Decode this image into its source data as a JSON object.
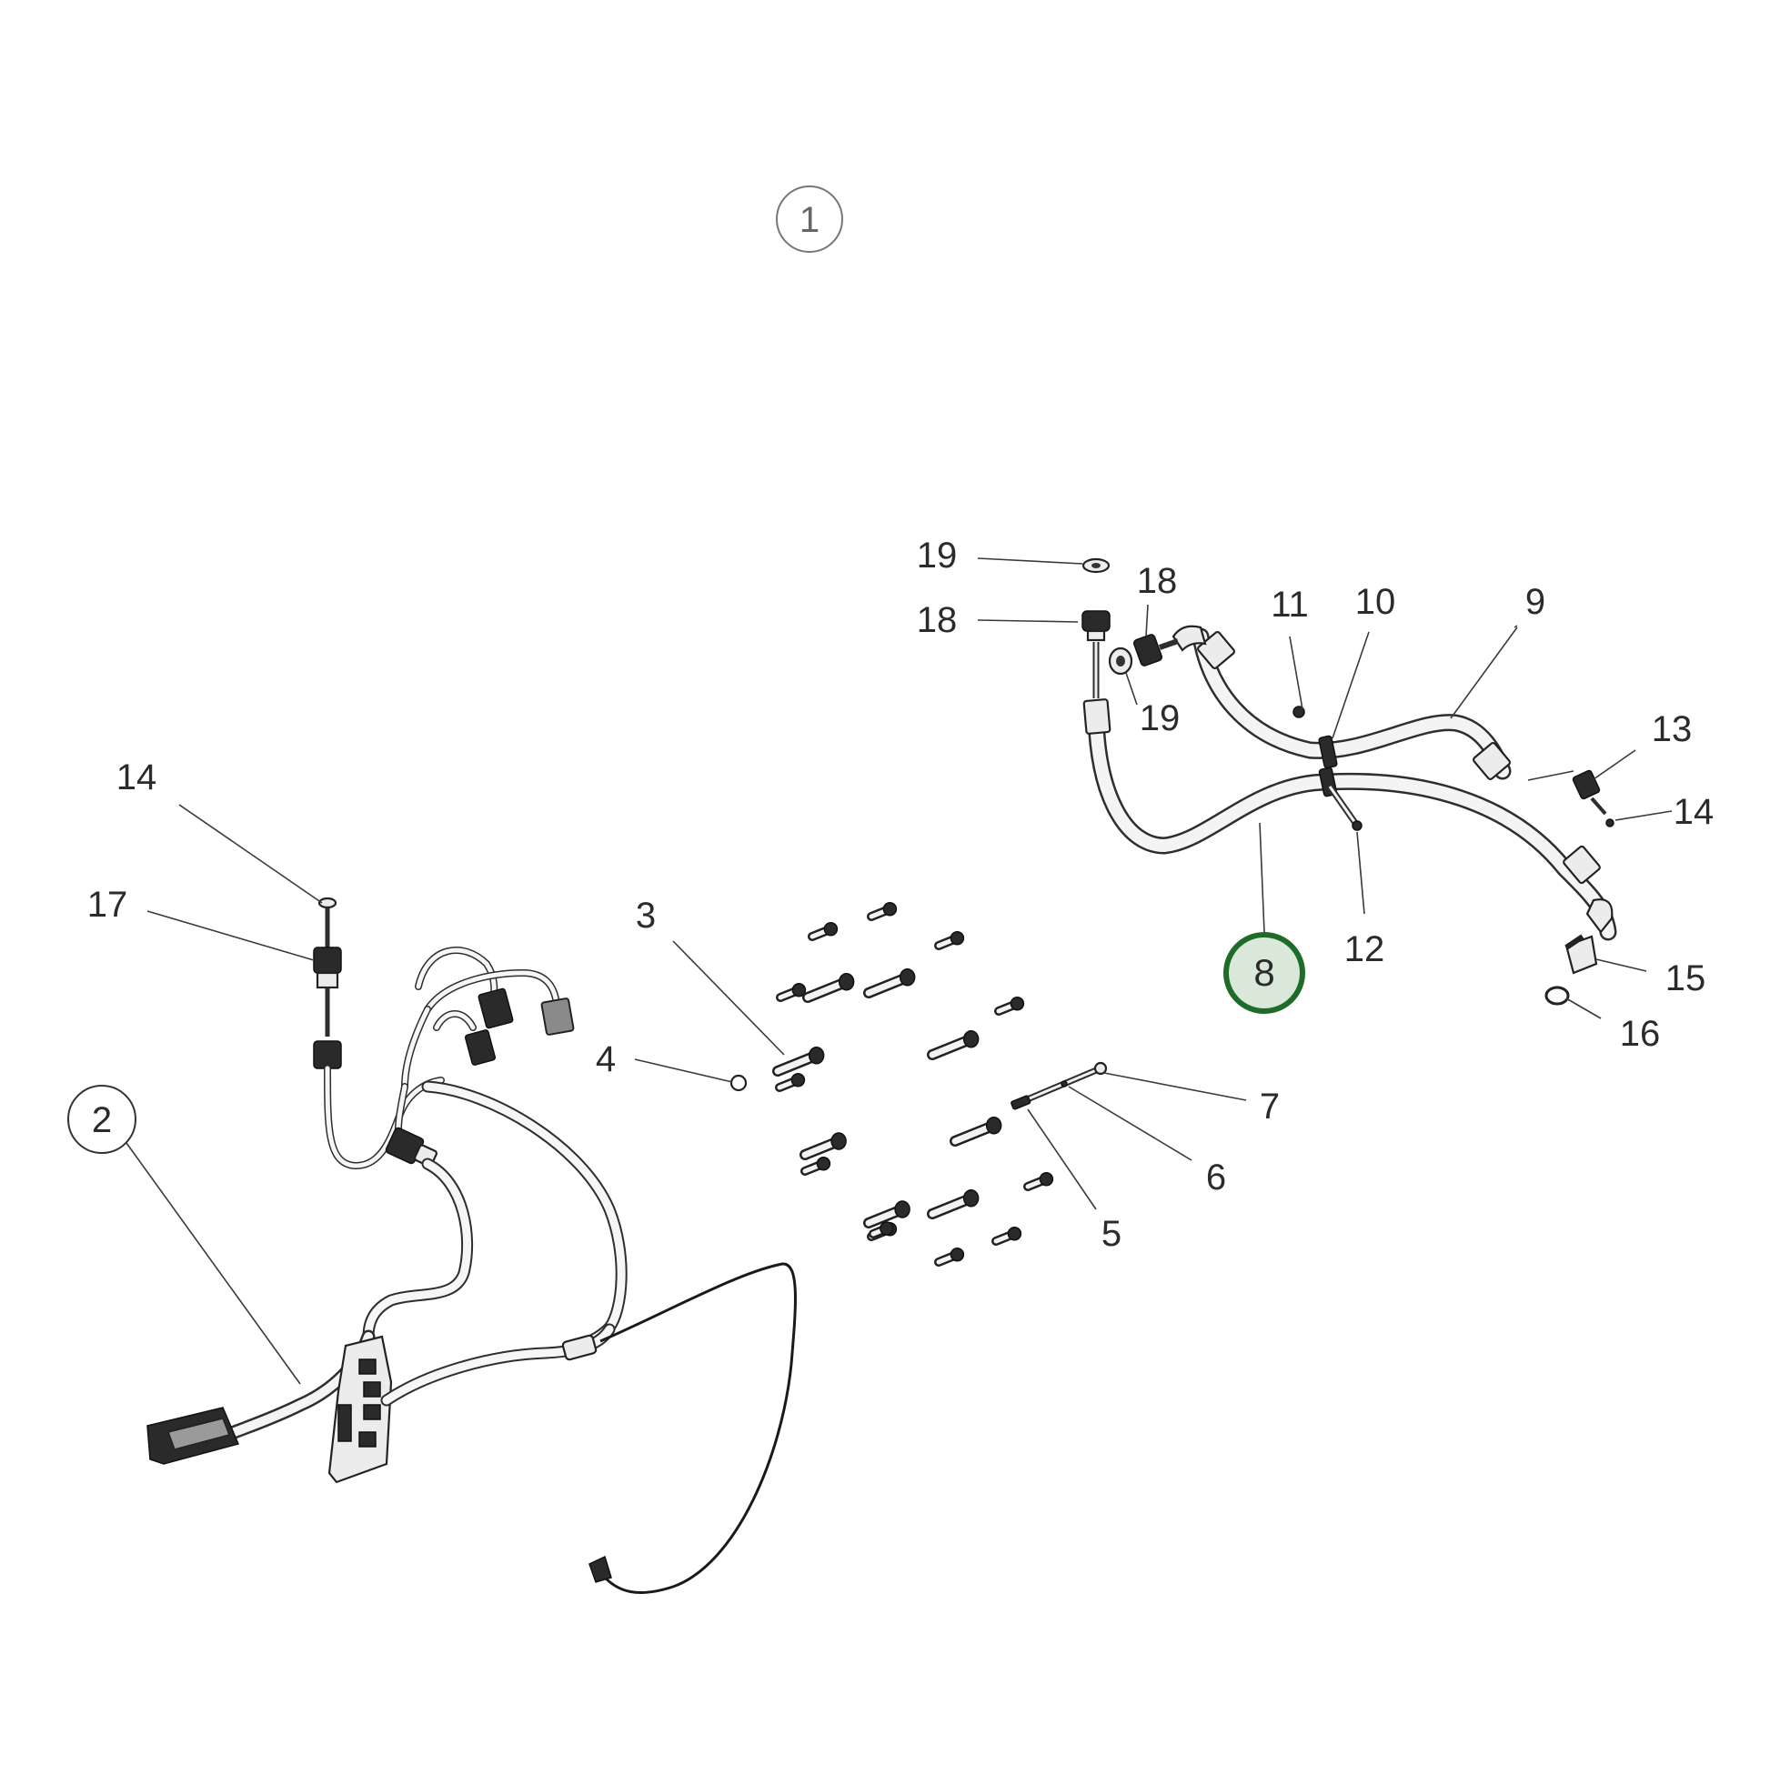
{
  "diagram": {
    "assembly_callouts": [
      {
        "id": "callout-1",
        "label": "1"
      },
      {
        "id": "callout-2",
        "label": "2"
      }
    ],
    "highlighted_callout": {
      "label": "8",
      "ring_color": "#1e6b2a",
      "fill_color": "#d9e8d9"
    },
    "callouts": {
      "c19a": "19",
      "c18a": "18",
      "c18b": "18",
      "c19b": "19",
      "c11": "11",
      "c10": "10",
      "c9": "9",
      "c13": "13",
      "c14b": "14",
      "c12": "12",
      "c15": "15",
      "c16": "16",
      "c14a": "14",
      "c17": "17",
      "c3": "3",
      "c4": "4",
      "c7": "7",
      "c6": "6",
      "c5": "5"
    },
    "icons": [
      "bolt-icon",
      "hose-icon",
      "clamp-icon",
      "connector-icon",
      "wire-harness-icon"
    ],
    "line_color": "#2e2e2e"
  }
}
